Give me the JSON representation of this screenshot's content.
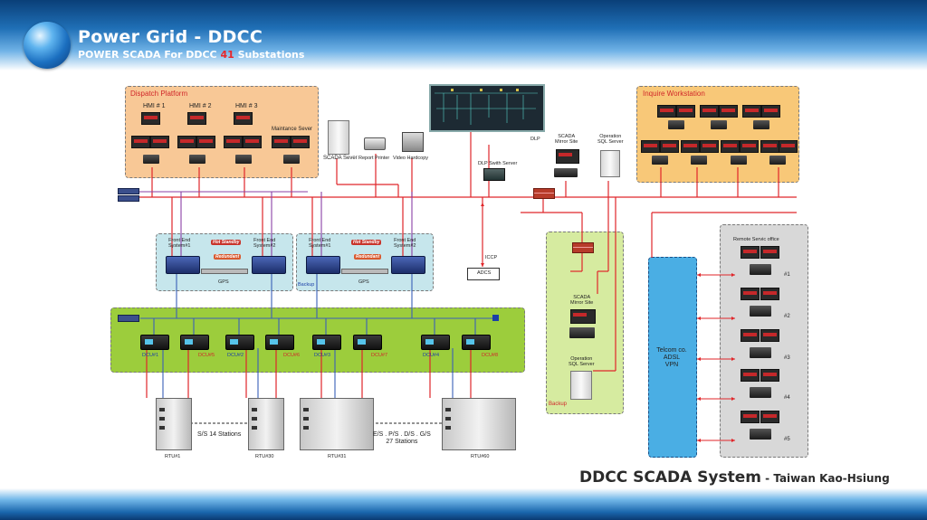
{
  "header": {
    "title": "Power Grid - DDCC",
    "subtitle_pre": "POWER SCADA For  DDCC ",
    "subtitle_num": "41",
    "subtitle_post": " Substations"
  },
  "footer": {
    "title": "DDCC SCADA System",
    "suffix": " - Taiwan Kao-Hsiung"
  },
  "dispatch": {
    "label": "Dispatch Platform",
    "hmi": [
      "HMI # 1",
      "HMI # 2",
      "HMI # 3"
    ],
    "maint": "Maintance Sever"
  },
  "inquire": {
    "label": "Inquire Workstation"
  },
  "center": {
    "scada_server": "SCADA Sever",
    "report_printer": "Report Printer",
    "video_hardcopy": "Video Hardcopy",
    "dlp": "DLP",
    "dlp_switch": "DLP Swith Server",
    "mirror": "SCADA\nMirror Site",
    "op_sql": "Operation\nSQL Server",
    "iccp": "ICCP",
    "adcs": "ADCS"
  },
  "fe": {
    "fe1": "Front End\nSystem#1",
    "fe2": "Front End\nSystem#2",
    "hot": "Hot Standby",
    "redundant": "Redundant",
    "gps": "GPS",
    "backup": "Backup"
  },
  "dcu": [
    "DCU#1",
    "DCU#5",
    "DCU#2",
    "DCU#6",
    "DCU#3",
    "DCU#7",
    "DCU#4",
    "DCU#8"
  ],
  "rtu": {
    "labels": [
      "RTU#1",
      "RTU#30",
      "RTU#31",
      "RTU#60"
    ],
    "ss": "S/S 14 Stations",
    "es": "E/S . P/S . D/S . G/S\n27 Stations"
  },
  "backup_panel": {
    "label": "Backup",
    "mirror": "SCADA\nMirror Site",
    "op_sql": "Operation\nSQL Server"
  },
  "telecom": {
    "line1": "Telcom co.",
    "line2": "ADSL\nVPN"
  },
  "remote": {
    "label": "Remote Servic office",
    "nums": [
      "#1",
      "#2",
      "#3",
      "#4",
      "#5"
    ]
  },
  "colors": {
    "red_line": "#e0262a",
    "blue_line": "#3a5fb8",
    "purple_line": "#8a3fa6",
    "dispatch_bg": "#f8c896",
    "inquire_bg": "#f8c878",
    "fe_bg": "#c6e6ec",
    "dcu_bg": "#9ccd3c",
    "backup_bg": "#d6eba0",
    "telecom_bg": "#4aaee4",
    "remote_bg": "#d8d8d8"
  }
}
